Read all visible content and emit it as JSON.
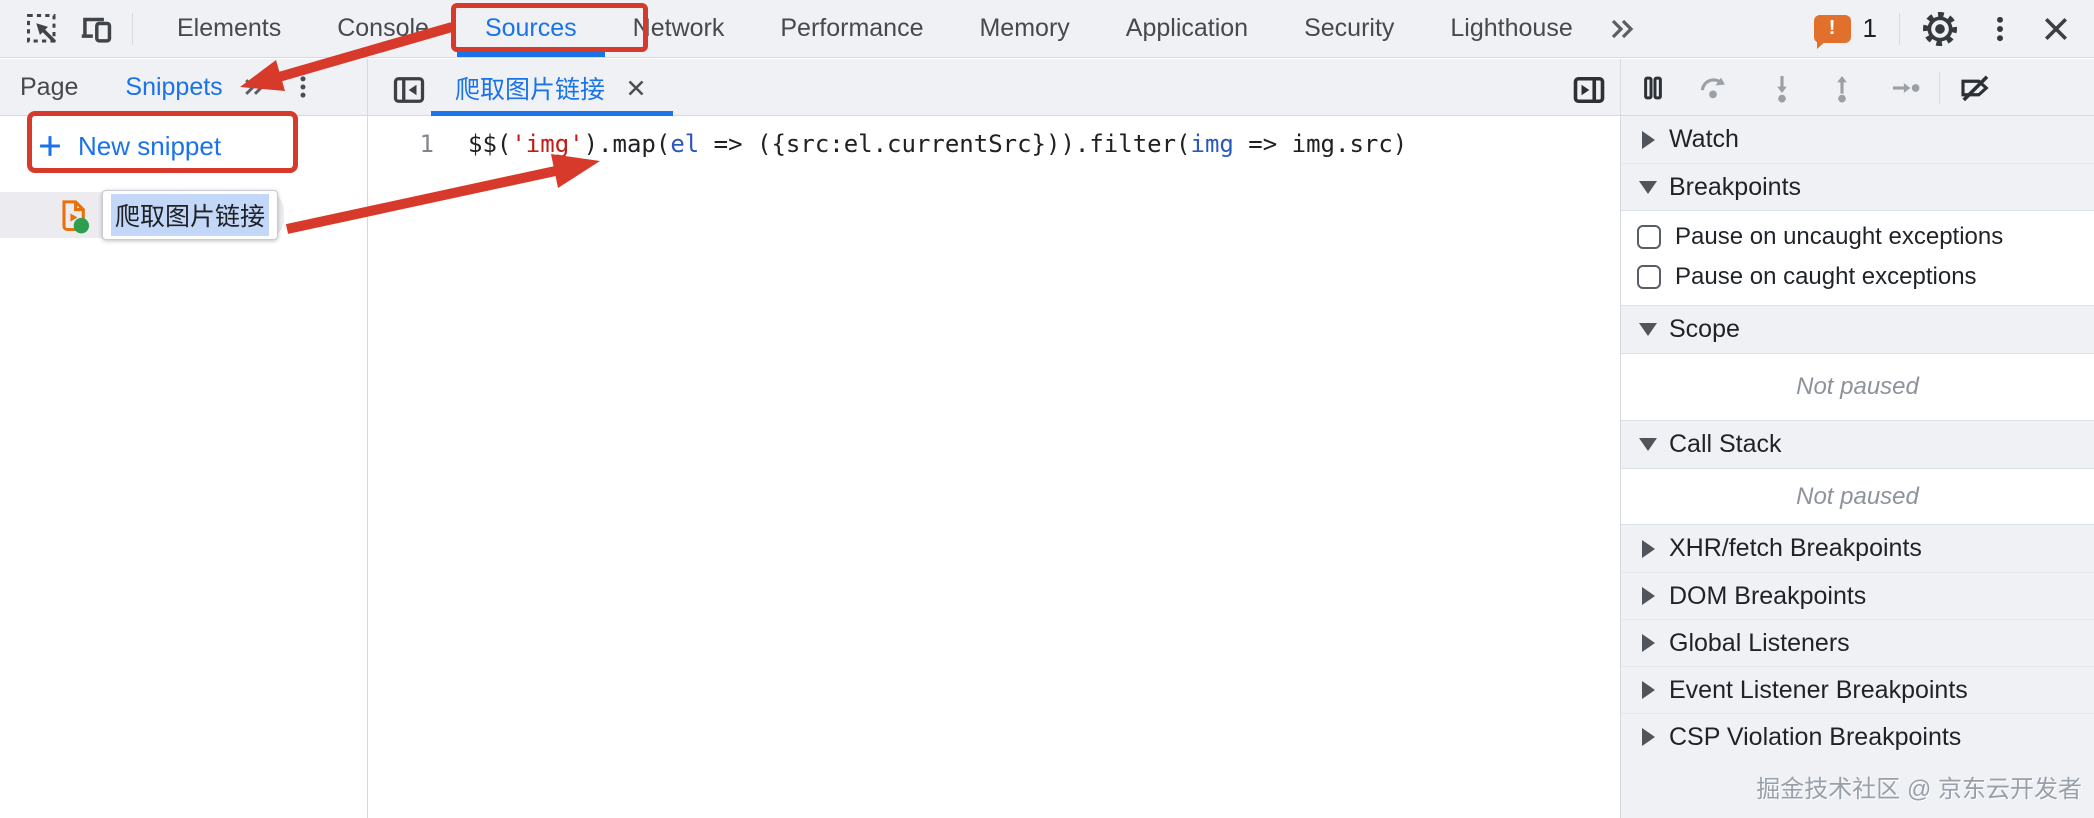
{
  "topbar": {
    "tabs": [
      {
        "label": "Elements",
        "active": false
      },
      {
        "label": "Console",
        "active": false
      },
      {
        "label": "Sources",
        "active": true
      },
      {
        "label": "Network",
        "active": false
      },
      {
        "label": "Performance",
        "active": false
      },
      {
        "label": "Memory",
        "active": false
      },
      {
        "label": "Application",
        "active": false
      },
      {
        "label": "Security",
        "active": false
      },
      {
        "label": "Lighthouse",
        "active": false
      }
    ],
    "issues": {
      "exclaim": "!",
      "count": "1"
    }
  },
  "sidebar": {
    "tabs": [
      {
        "label": "Page",
        "active": false
      },
      {
        "label": "Snippets",
        "active": true
      }
    ],
    "new_snippet": {
      "label": "New snippet"
    },
    "snippet": {
      "name": "爬取图片链接",
      "selected": true,
      "has_green_badge": true
    }
  },
  "editor": {
    "tab": {
      "label": "爬取图片链接",
      "active": true
    },
    "line_number": "1",
    "code": {
      "full_text": "$$('img').map(el => ({src:el.currentSrc})).filter(img => img.src)",
      "segments": [
        {
          "text": "$$(",
          "type": "default"
        },
        {
          "text": "'img'",
          "type": "string"
        },
        {
          "text": ").map(",
          "type": "default"
        },
        {
          "text": "el",
          "type": "param"
        },
        {
          "text": " => ({src:el.currentSrc})).filter(",
          "type": "default"
        },
        {
          "text": "img",
          "type": "param"
        },
        {
          "text": " => img.src)",
          "type": "default"
        }
      ]
    }
  },
  "debugger": {
    "watch": {
      "label": "Watch",
      "expanded": false
    },
    "breakpoints": {
      "label": "Breakpoints",
      "expanded": true,
      "items": [
        {
          "label": "Pause on uncaught exceptions",
          "checked": false
        },
        {
          "label": "Pause on caught exceptions",
          "checked": false
        }
      ]
    },
    "scope": {
      "label": "Scope",
      "expanded": true,
      "status": "Not paused"
    },
    "call_stack": {
      "label": "Call Stack",
      "expanded": true,
      "status": "Not paused"
    },
    "collapsed": [
      {
        "label": "XHR/fetch Breakpoints"
      },
      {
        "label": "DOM Breakpoints"
      },
      {
        "label": "Global Listeners"
      },
      {
        "label": "Event Listener Breakpoints"
      },
      {
        "label": "CSP Violation Breakpoints"
      }
    ]
  },
  "watermark": {
    "text": "掘金技术社区 @ 京东云开发者"
  },
  "colors": {
    "accent_blue": "#1a73e8",
    "annotation_red": "#d7392a",
    "issues_orange": "#e2702d",
    "snippet_icon_orange": "#e8710a",
    "snippet_badge_green": "#2f9e4f",
    "code_string": "#c41a16",
    "code_param": "#2b57c0",
    "toolbar_bg": "#eff1f5"
  }
}
